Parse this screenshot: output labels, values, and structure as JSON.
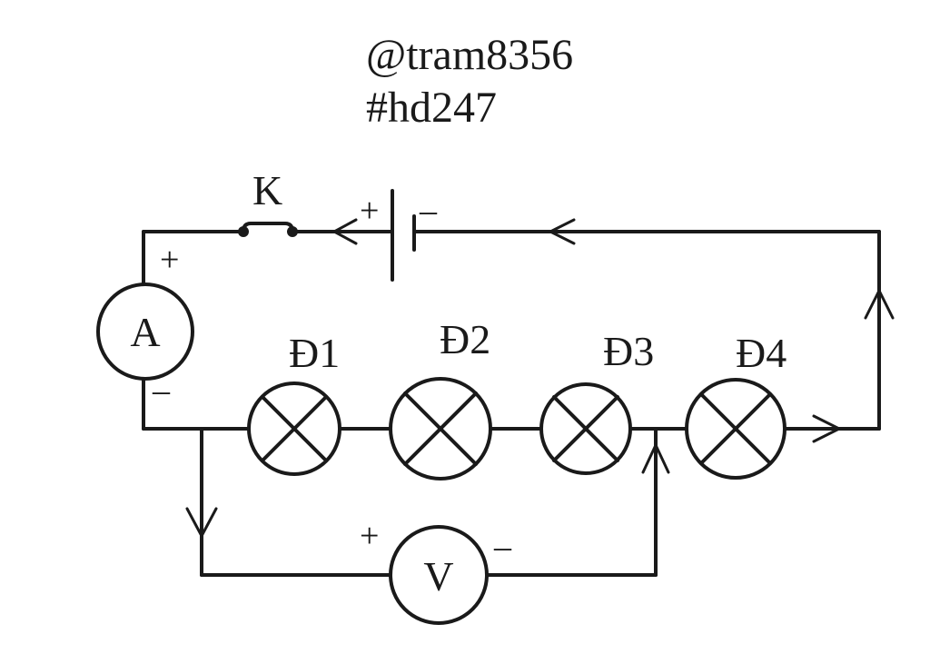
{
  "header": {
    "line1": "@tram8356",
    "line2": "#hd247"
  },
  "switch": {
    "label": "K"
  },
  "battery": {
    "plus": "+",
    "minus": "–"
  },
  "ammeter": {
    "label": "A",
    "plus": "+",
    "minus": "–"
  },
  "voltmeter": {
    "label": "V",
    "plus": "+",
    "minus": "–"
  },
  "lamps": [
    {
      "label": "Đ1"
    },
    {
      "label": "Đ2"
    },
    {
      "label": "Đ3"
    },
    {
      "label": "Đ4"
    }
  ]
}
